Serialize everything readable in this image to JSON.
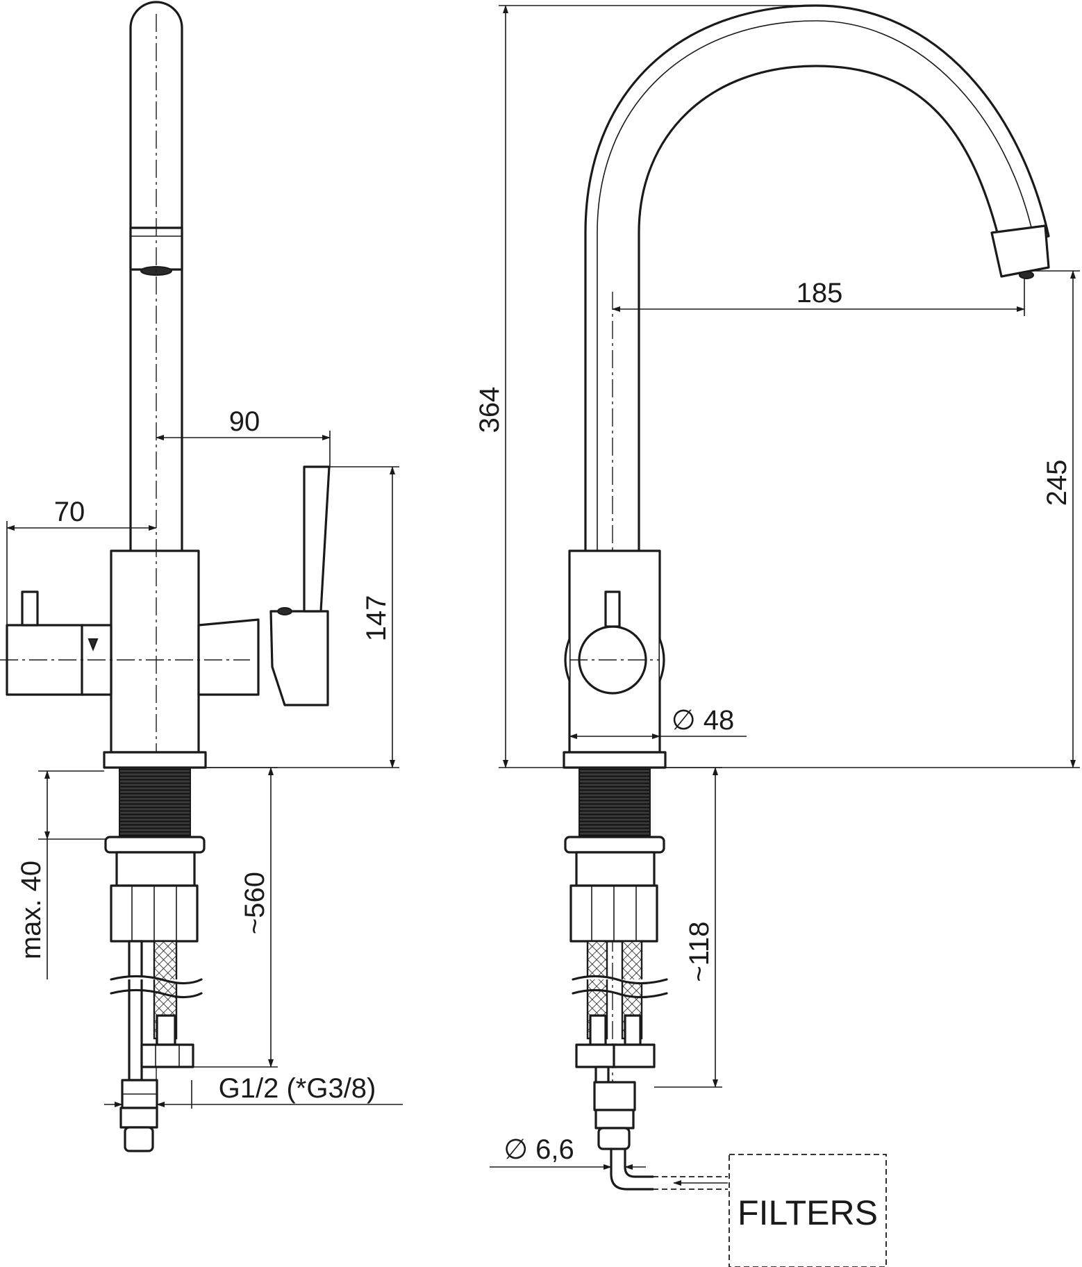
{
  "diagram": {
    "front_view": {
      "dim_spout_offset": "90",
      "dim_side_offset": "70",
      "dim_body_height": "147",
      "dim_max_thickness": "max. 40",
      "dim_hose_length": "~560",
      "dim_connection": "G1/2 (*G3/8)"
    },
    "side_view": {
      "dim_total_height": "364",
      "dim_spout_reach": "185",
      "dim_spout_height": "245",
      "dim_body_diameter": "∅ 48",
      "dim_hose_length": "~118",
      "dim_tube_diameter": "∅ 6,6",
      "filters_label": "FILTERS"
    }
  }
}
